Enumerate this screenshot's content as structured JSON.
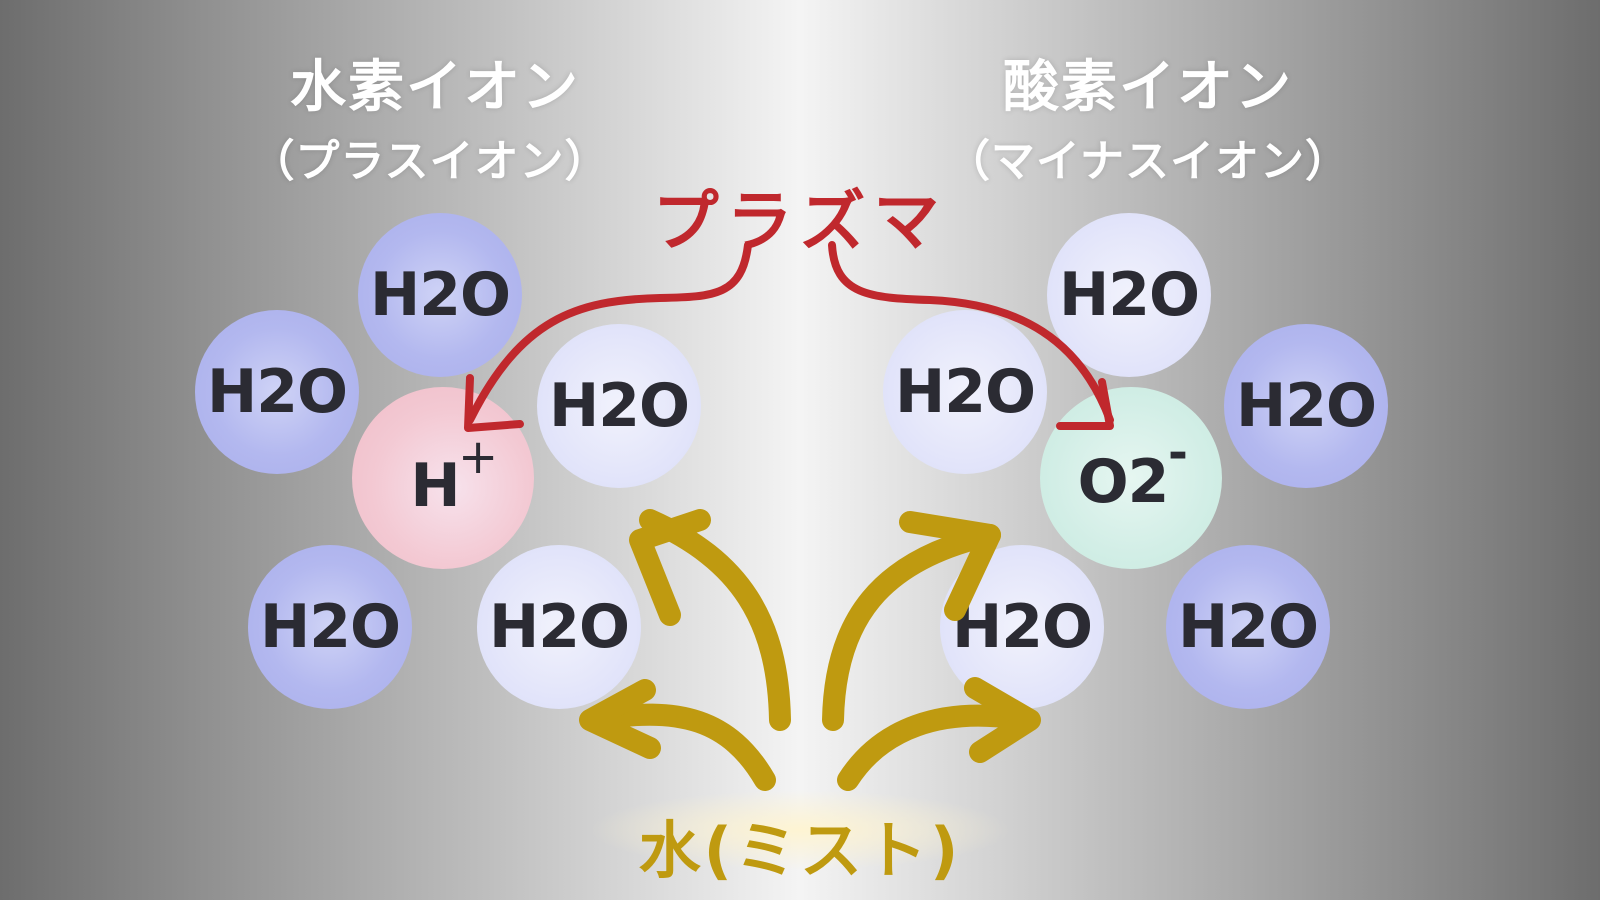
{
  "left_title": {
    "main": "水素イオン",
    "sub": "（プラスイオン）"
  },
  "right_title": {
    "main": "酸素イオン",
    "sub": "（マイナスイオン）"
  },
  "plasma_label": "プラズマ",
  "mist_label": "水(ミスト)",
  "molecule_label": "H2O",
  "h_ion": {
    "symbol": "H",
    "charge": "+"
  },
  "o_ion": {
    "symbol": "O2",
    "charge": "-"
  },
  "colors": {
    "plasma_red": "#c0282d",
    "mist_gold": "#bf9a10",
    "water_dark": "#b3b8ef",
    "water_light": "#e3e5fa",
    "h_ion_pink": "#f3c9d3",
    "o_ion_mint": "#d2eee6"
  }
}
